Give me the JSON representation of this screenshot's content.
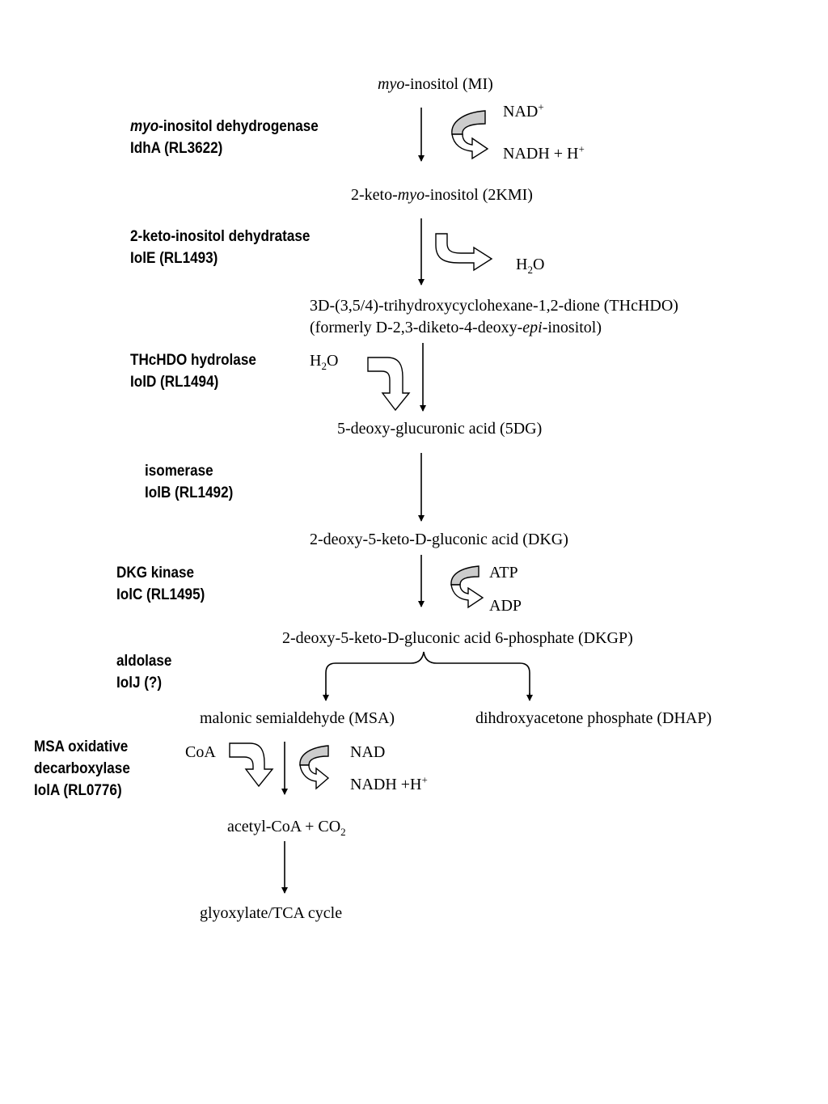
{
  "colors": {
    "ink": "#000000",
    "cofactor_fill": "#cccccc",
    "background": "#ffffff"
  },
  "metabolites": {
    "mi": {
      "pre": "myo",
      "post": "-inositol (MI)"
    },
    "kmi": {
      "pre": "2-keto-",
      "it": "myo",
      "post": "-inositol (2KMI)"
    },
    "thchdo_l1": "3D-(3,5/4)-trihydroxycyclohexane-1,2-dione (THcHDO)",
    "thchdo_l2": {
      "pre": "(formerly D-2,3-diketo-4-deoxy-",
      "it": "epi",
      "post": "-inositol)"
    },
    "dg": "5-deoxy-glucuronic acid (5DG)",
    "dkg": "2-deoxy-5-keto-D-gluconic acid (DKG)",
    "dkgp": "2-deoxy-5-keto-D-gluconic acid 6-phosphate (DKGP)",
    "msa": "malonic semialdehyde (MSA)",
    "dhap": "dihdroxyacetone phosphate (DHAP)",
    "acetyl": {
      "pre": "acetyl-CoA + CO",
      "sub": "2"
    },
    "tca": "glyoxylate/TCA cycle"
  },
  "cofactors": {
    "nad_plus": {
      "base": "NAD",
      "sup": "+"
    },
    "nadh_h": {
      "base": "NADH + H",
      "sup": "+"
    },
    "h2o_1": {
      "pre": "H",
      "sub": "2",
      "post": "O"
    },
    "h2o_2": {
      "pre": "H",
      "sub": "2",
      "post": "O"
    },
    "atp": "ATP",
    "adp": "ADP",
    "coa": "CoA",
    "nad": "NAD",
    "nadh_h2": {
      "base": "NADH +H",
      "sup": "+"
    }
  },
  "enzymes": {
    "idha": {
      "it": "myo",
      "rest": "-inositol dehydrogenase",
      "line2": "IdhA (RL3622)"
    },
    "iole": {
      "line1": "2-keto-inositol dehydratase",
      "line2": "IolE (RL1493)"
    },
    "iold": {
      "line1": "THcHDO hydrolase",
      "line2": "IolD (RL1494)"
    },
    "iolb": {
      "line1": "isomerase",
      "line2": "IolB (RL1492)"
    },
    "iolc": {
      "line1": "DKG kinase",
      "line2": "IolC (RL1495)"
    },
    "iolj": {
      "line1": "aldolase",
      "line2": "IolJ (?)"
    },
    "iola": {
      "line1": "MSA oxidative",
      "line2": "decarboxylase",
      "line3": "IolA (RL0776)"
    }
  }
}
